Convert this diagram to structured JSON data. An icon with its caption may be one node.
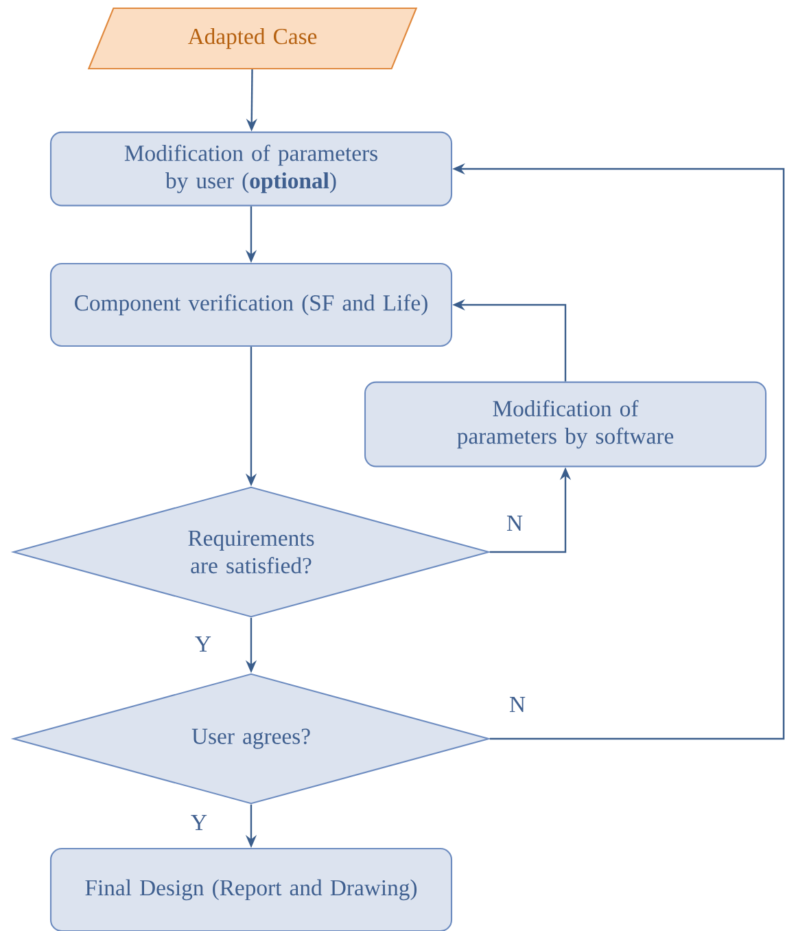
{
  "diagram": {
    "nodes": [
      {
        "text": [
          "Adapted Case"
        ]
      },
      {
        "text": [
          "Modification of parameters by user (**optional**)"
        ]
      },
      {
        "text": [
          "Component verification (SF and Life)"
        ]
      },
      {
        "text": [
          "Modification of parameters by software"
        ]
      },
      {
        "text": [
          "Requirements are satisfied?"
        ]
      },
      {
        "text": [
          "User agrees?"
        ]
      },
      {
        "text": [
          "Final Design (Report and Drawing)"
        ]
      }
    ],
    "edges": [
      {
        "from": 0,
        "to": 1,
        "arrow": "to"
      },
      {
        "from": 1,
        "to": 2,
        "arrow": "to"
      },
      {
        "from": 2,
        "to": 4,
        "arrow": "to"
      },
      {
        "from": 4,
        "to": 3,
        "arrow": "to",
        "label": "N"
      },
      {
        "from": 3,
        "to": 2,
        "arrow": "to"
      },
      {
        "from": 4,
        "to": 5,
        "arrow": "to",
        "label": "Y"
      },
      {
        "from": 5,
        "to": 1,
        "arrow": "to",
        "label": "N"
      },
      {
        "from": 5,
        "to": 6,
        "arrow": "to",
        "label": "Y"
      }
    ]
  }
}
